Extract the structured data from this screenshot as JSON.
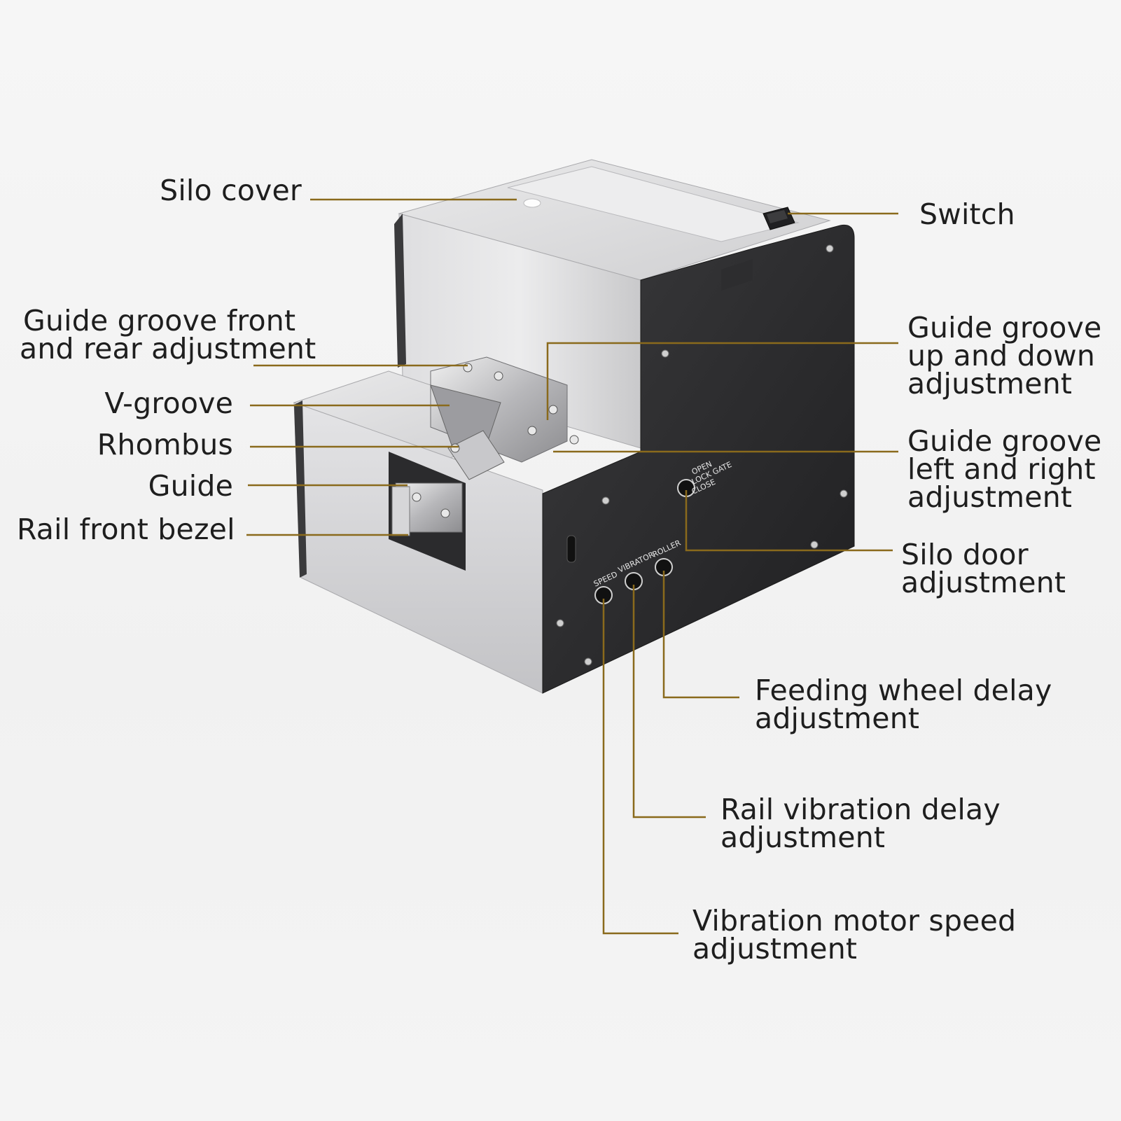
{
  "colors": {
    "leader_line": "#8a6a1c",
    "label_text": "#1e1e1e",
    "housing_silver": "#d9d9db",
    "panel_black": "#2b2b2d",
    "background": "#f3f3f3"
  },
  "device_panel": {
    "speed": "SPEED",
    "vibrator": "VIBRATOR",
    "roller": "ROLLER",
    "open": "OPEN",
    "lock_gate": "LOCK GATE",
    "close": "CLOSE"
  },
  "labels": {
    "silo_cover": {
      "lines": [
        "Silo cover"
      ]
    },
    "switch": {
      "lines": [
        "Switch"
      ]
    },
    "guide_groove_front_rear": {
      "lines": [
        "Guide groove front",
        "and rear adjustment"
      ]
    },
    "v_groove": {
      "lines": [
        "V-groove"
      ]
    },
    "rhombus": {
      "lines": [
        "Rhombus"
      ]
    },
    "guide": {
      "lines": [
        "Guide"
      ]
    },
    "rail_front_bezel": {
      "lines": [
        "Rail front bezel"
      ]
    },
    "guide_groove_up_down": {
      "lines": [
        "Guide groove",
        "up and down",
        "adjustment"
      ]
    },
    "guide_groove_left_right": {
      "lines": [
        "Guide groove",
        "left and right",
        "adjustment"
      ]
    },
    "silo_door": {
      "lines": [
        "Silo door",
        "adjustment"
      ]
    },
    "feeding_wheel": {
      "lines": [
        "Feeding wheel delay",
        "adjustment"
      ]
    },
    "rail_vibration": {
      "lines": [
        "Rail vibration delay",
        "adjustment"
      ]
    },
    "vibration_motor": {
      "lines": [
        "Vibration motor speed",
        "adjustment"
      ]
    }
  }
}
